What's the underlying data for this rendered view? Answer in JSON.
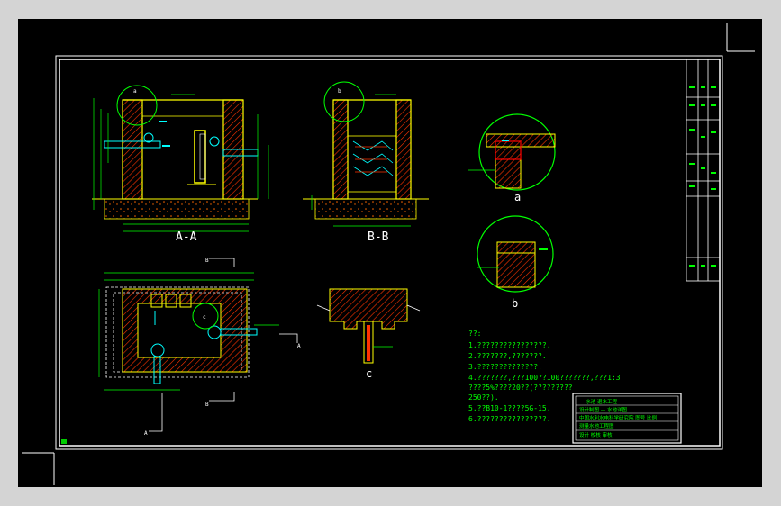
{
  "drawing": {
    "section_aa_label": "A-A",
    "section_bb_label": "B-B",
    "detail_a_label": "a",
    "detail_b_label": "b",
    "detail_c_label": "c",
    "section_mark_a": "A",
    "section_mark_b": "B",
    "small_marks": {
      "circle_a": "a",
      "circle_b": "b",
      "circle_c": "c"
    }
  },
  "notes": {
    "heading": "??:",
    "lines": [
      "1.????????????????.",
      "2.???????,???????.",
      "3.??????????????.",
      "4.???????,???100??100???????,???1:3",
      "  ????5%????20??(?????????",
      "  250??).",
      "5.??B10-1????5G-15.",
      "6.????????????????."
    ]
  },
  "title_block": {
    "row1": "—  水池  退水工程",
    "row2": "设计制图  —  水池详图",
    "row3": "中国水利水电科学研究院  图号  比例",
    "row4": "测量水池工程图",
    "row5": "设计  校核  审核"
  },
  "colors": {
    "background": "#000000",
    "frame": "#ffffff",
    "wall_outline": "#ffff00",
    "hatch": "#ff3300",
    "dimension": "#00ff00",
    "pipe": "#00ffff",
    "detail_circle": "#00ff00"
  }
}
